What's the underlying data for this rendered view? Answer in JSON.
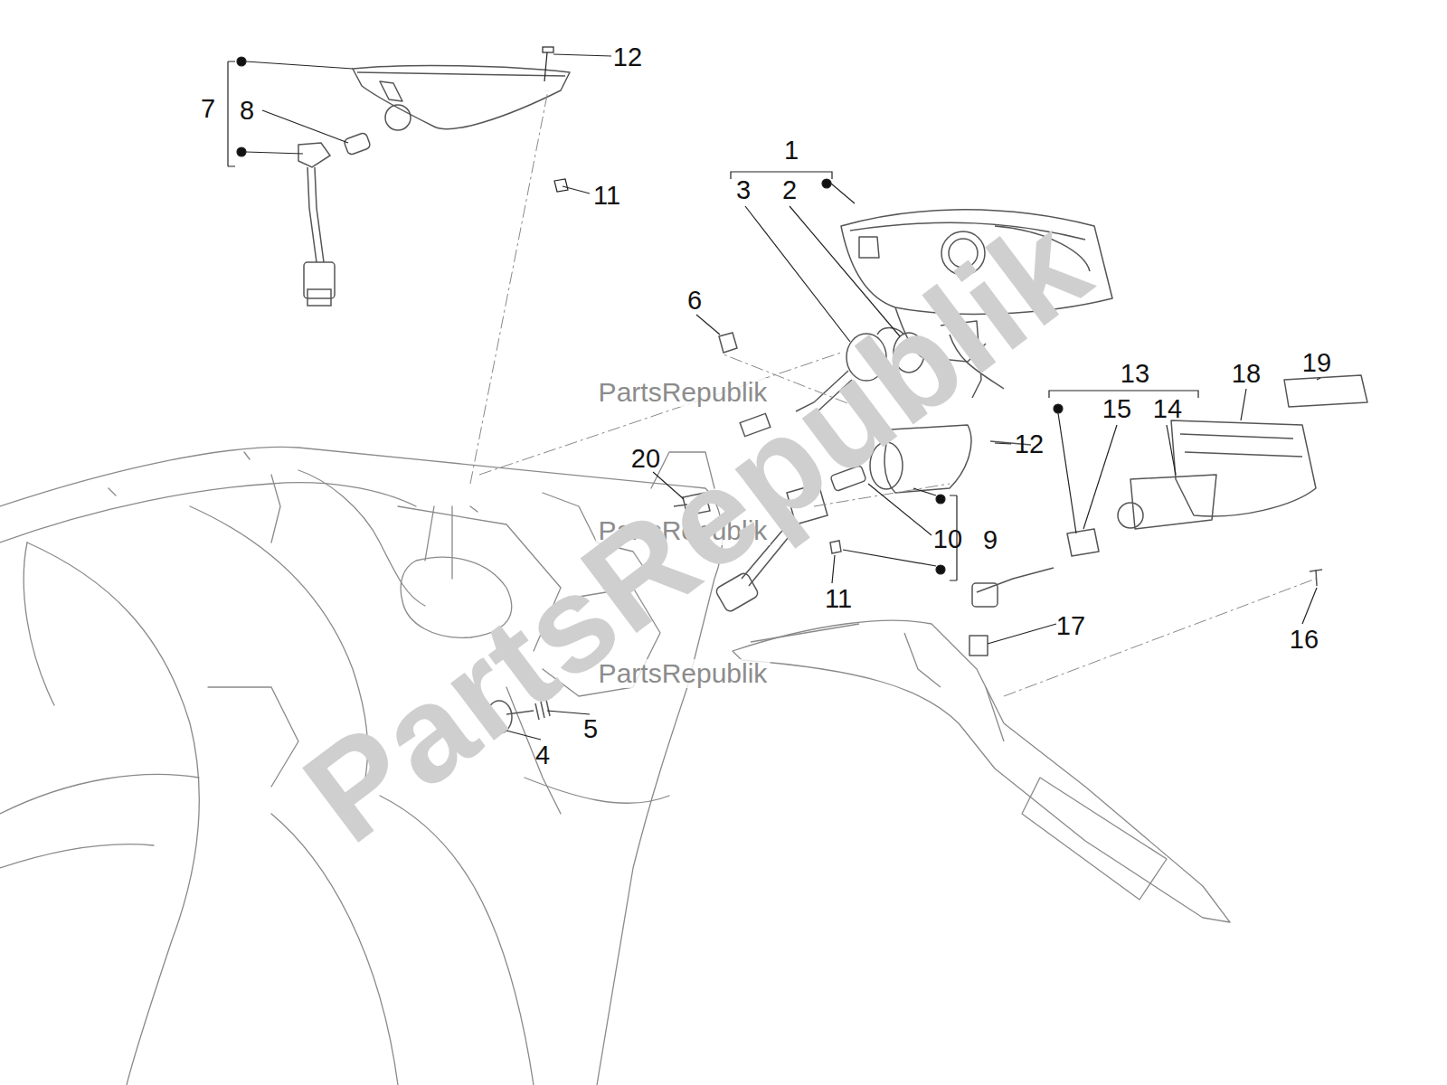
{
  "diagram": {
    "nodes": [],
    "edges": [],
    "labels": [
      "12",
      "7",
      "8",
      "1",
      "3",
      "2",
      "11",
      "6",
      "19",
      "13",
      "18",
      "PartsRepublik",
      "15",
      "14",
      "12",
      "20",
      "PartsRepublik",
      "10",
      "9",
      "11",
      "17",
      "16",
      "PartsRepublik",
      "5",
      "4",
      "PartsRepublik"
    ]
  }
}
